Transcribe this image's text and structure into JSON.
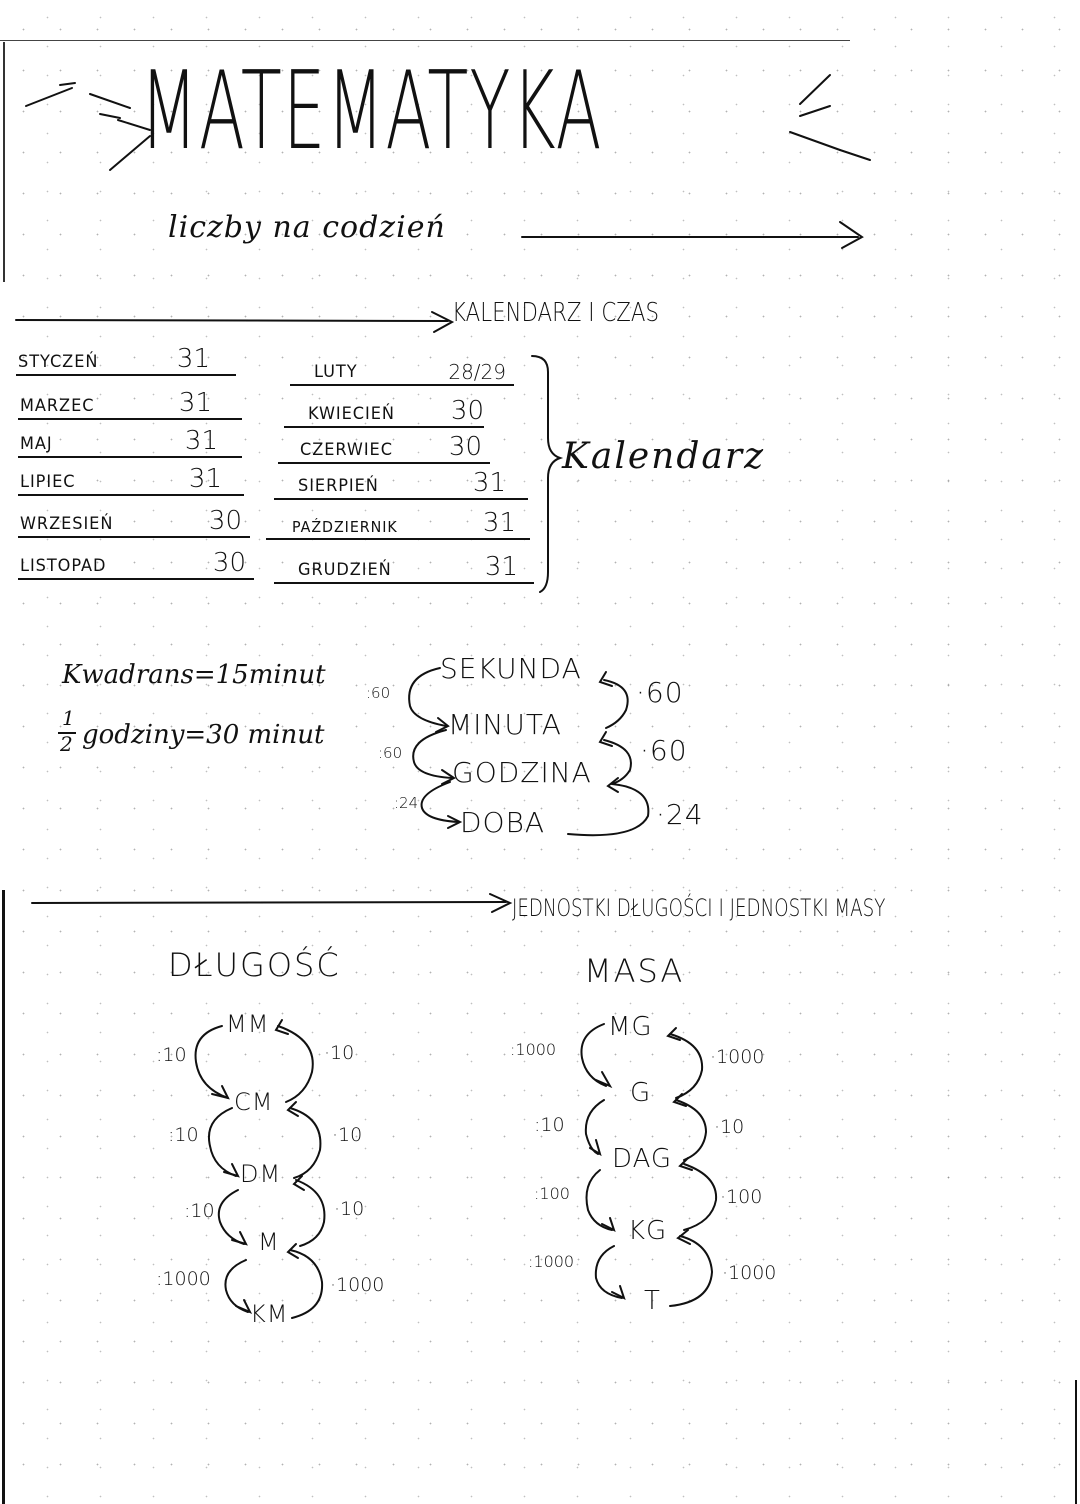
{
  "title": "MATEMATYKA",
  "subtitle": "liczby na codzień",
  "calendar_section": {
    "heading": "KALENDARZ I CZAS",
    "brace_label": "Kalendarz",
    "months_left": [
      {
        "name": "STYCZEŃ",
        "days": "31"
      },
      {
        "name": "MARZEC",
        "days": "31"
      },
      {
        "name": "MAJ",
        "days": "31"
      },
      {
        "name": "LIPIEC",
        "days": "31"
      },
      {
        "name": "WRZESIEŃ",
        "days": "30"
      },
      {
        "name": "LISTOPAD",
        "days": "30"
      }
    ],
    "months_right": [
      {
        "name": "LUTY",
        "days": "28/29"
      },
      {
        "name": "KWIECIEŃ",
        "days": "30"
      },
      {
        "name": "CZERWIEC",
        "days": "30"
      },
      {
        "name": "SIERPIEŃ",
        "days": "31"
      },
      {
        "name": "PAŹDZIERNIK",
        "days": "31"
      },
      {
        "name": "GRUDZIEŃ",
        "days": "31"
      }
    ]
  },
  "time_notes": {
    "quarter": "Kwadrans=15minut",
    "half_num": "1",
    "half_den": "2",
    "half_rest": "godziny=30 minut"
  },
  "time_units": {
    "units": [
      "SEKUNDA",
      "MINUTA",
      "GODZINA",
      "DOBA"
    ],
    "divide": [
      ":60",
      ":60",
      ":24"
    ],
    "multiply": [
      "·60",
      "·60",
      "·24"
    ]
  },
  "units_section": {
    "heading": "JEDNOSTKI DŁUGOŚCI I JEDNOSTKI MASY",
    "length": {
      "title": "DŁUGOŚĆ",
      "units": [
        "MM",
        "CM",
        "DM",
        "M",
        "KM"
      ],
      "divide": [
        ":10",
        ":10",
        ":10",
        ":1000"
      ],
      "multiply": [
        "·10",
        "·10",
        "·10",
        "·1000"
      ]
    },
    "mass": {
      "title": "MASA",
      "units": [
        "MG",
        "G",
        "DAG",
        "KG",
        "T"
      ],
      "divide": [
        ":1000",
        ":10",
        ":100",
        ":1000"
      ],
      "multiply": [
        "·1000",
        "·10",
        "·100",
        "·1000"
      ]
    }
  }
}
